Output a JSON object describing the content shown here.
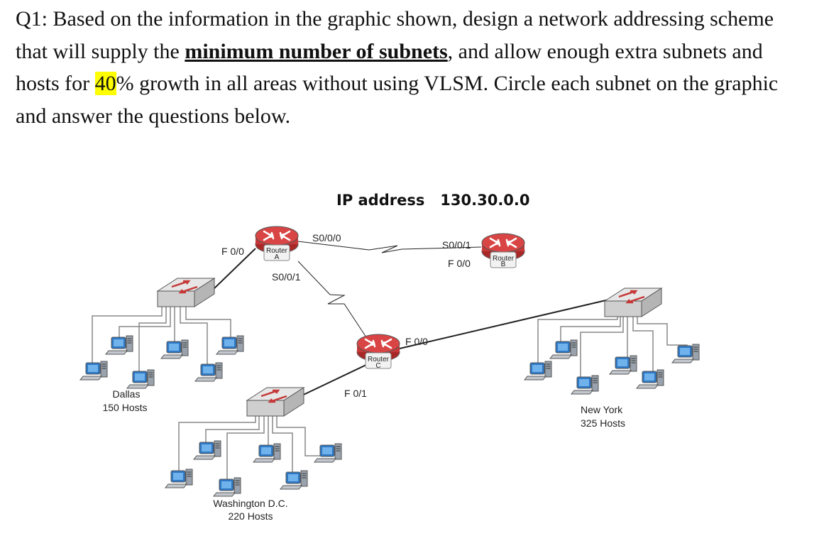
{
  "question": {
    "p1": "Q1: Based on the information in the graphic shown, design a network addressing scheme that will supply the ",
    "bold": "minimum number of subnets",
    "p2": ", and allow enough extra subnets and hosts for ",
    "highlight": "40",
    "p3": "% growth in all areas without using VLSM. Circle each subnet on the graphic and answer the questions below."
  },
  "diagram": {
    "title": "IP address   130.30.0.0",
    "routers": {
      "a": {
        "name": "Router",
        "letter": "A"
      },
      "b": {
        "name": "Router",
        "letter": "B"
      },
      "c": {
        "name": "Router",
        "letter": "C"
      }
    },
    "interfaces": {
      "a_f00": "F 0/0",
      "a_s000": "S0/0/0",
      "a_s001": "S0/0/1",
      "b_s001": "S0/0/1",
      "b_f00": "F 0/0",
      "c_f00": "F 0/0",
      "c_f01": "F 0/1"
    },
    "sites": {
      "dallas": {
        "name": "Dallas",
        "hosts": "150 Hosts"
      },
      "washington": {
        "name": "Washington D.C.",
        "hosts": "220 Hosts"
      },
      "newyork": {
        "name": "New York",
        "hosts": "325 Hosts"
      }
    },
    "colors": {
      "router_body": "#c63838",
      "switch_body": "#d9d9d9",
      "pc_screen": "#2f78c4",
      "line": "#222222"
    }
  }
}
